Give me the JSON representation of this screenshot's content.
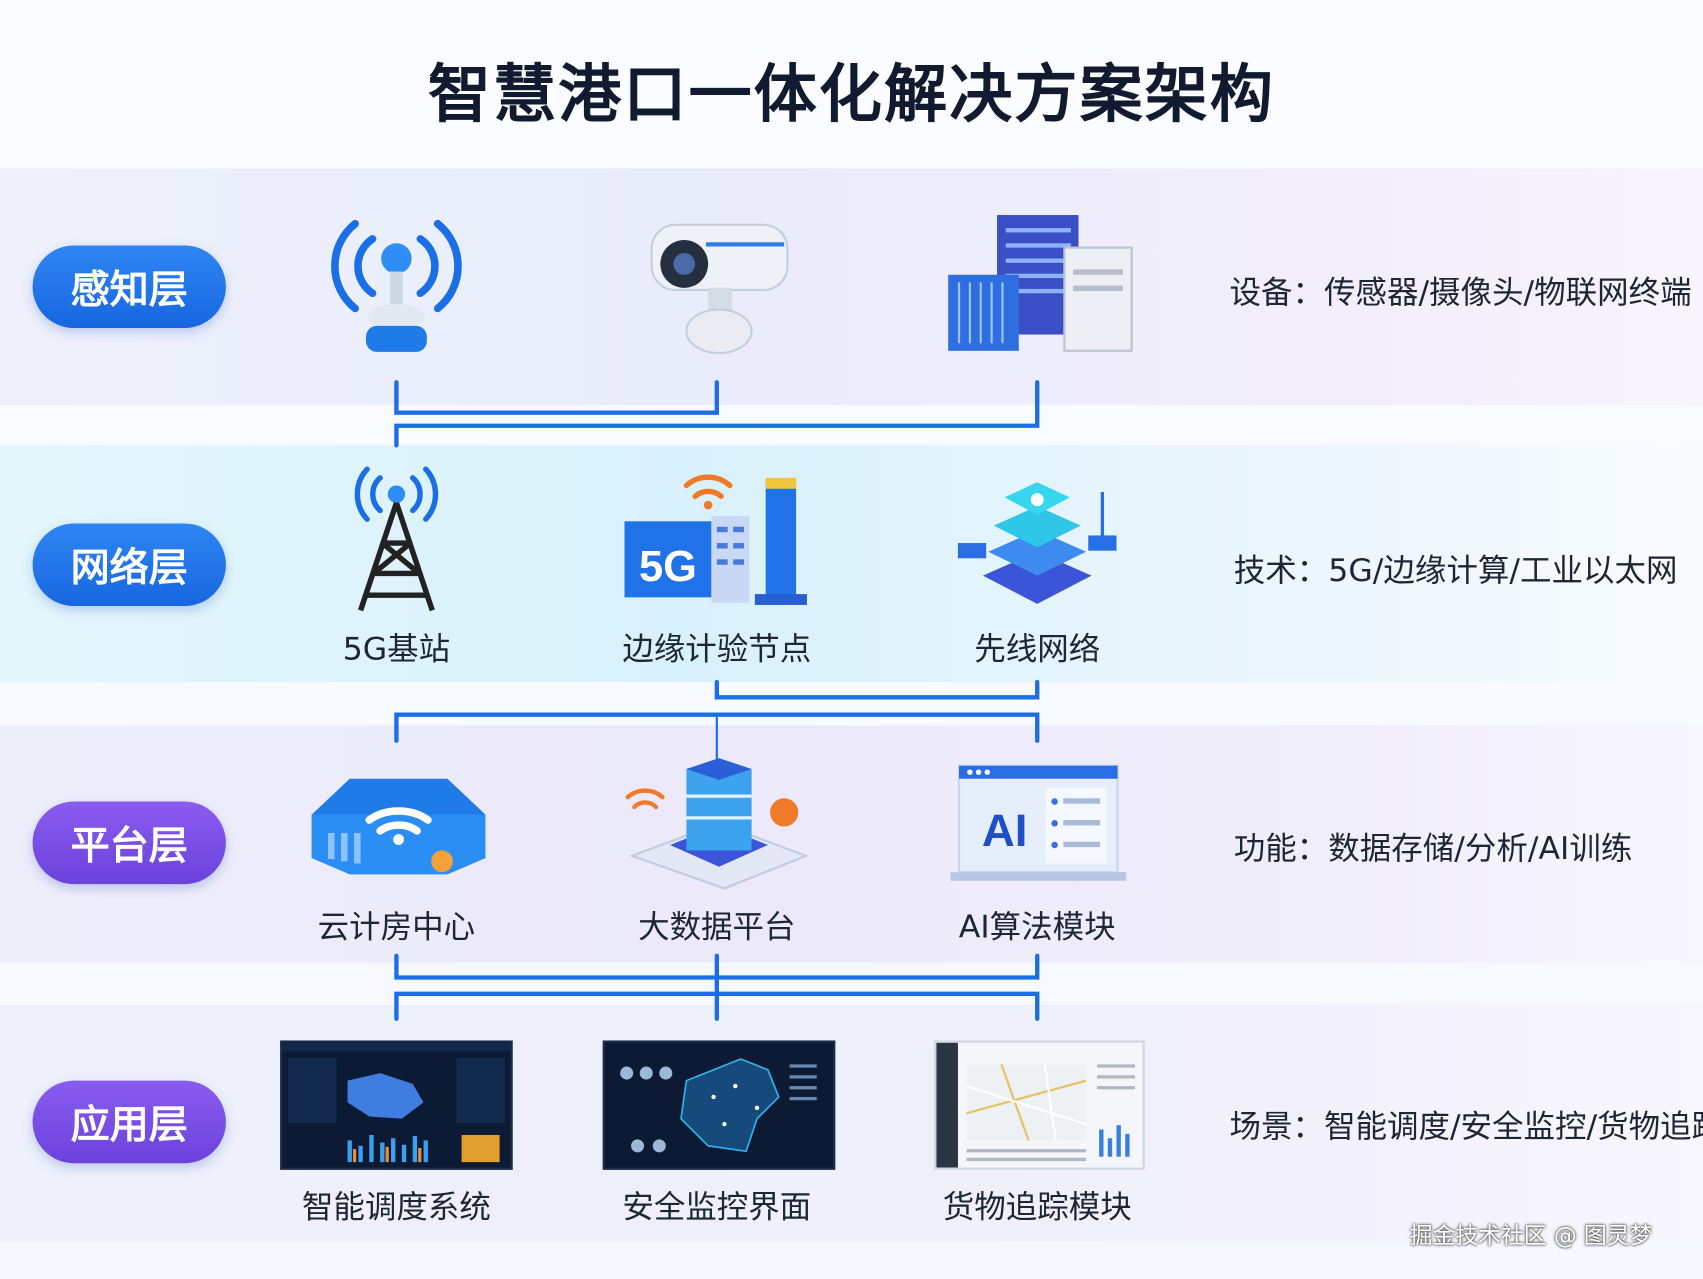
{
  "title": "智慧港口一体化解决方案架构",
  "colors": {
    "connector": "#1a6fe6",
    "pill_blue": "#1f72e8",
    "pill_purple": "#7a4fe4",
    "text": "#1e2636"
  },
  "layers": [
    {
      "name": "感知层",
      "description": "设备：传感器/摄像头/物联网终端",
      "items": [
        {
          "icon": "antenna-sensor-icon",
          "label": ""
        },
        {
          "icon": "camera-icon",
          "label": ""
        },
        {
          "icon": "iot-server-icon",
          "label": ""
        }
      ]
    },
    {
      "name": "网络层",
      "description": "技术：5G/边缘计算/工业以太网",
      "items": [
        {
          "icon": "5g-tower-icon",
          "label": "5G基站"
        },
        {
          "icon": "5g-building-icon",
          "label": "边缘计验节点"
        },
        {
          "icon": "network-stack-icon",
          "label": "先线网络"
        }
      ]
    },
    {
      "name": "平台层",
      "description": "功能：数据存储/分析/AI训练",
      "items": [
        {
          "icon": "cloud-router-icon",
          "label": "云计房中心"
        },
        {
          "icon": "big-data-server-icon",
          "label": "大数据平台"
        },
        {
          "icon": "ai-window-icon",
          "label": "AI算法模块"
        }
      ]
    },
    {
      "name": "应用层",
      "description": "场景：智能调度/安全监控/货物追踪",
      "items": [
        {
          "icon": "dashboard-screenshot",
          "label": "智能调度系统"
        },
        {
          "icon": "map-monitor-screenshot",
          "label": "安全监控界面"
        },
        {
          "icon": "tracking-map-screenshot",
          "label": "货物追踪模块"
        }
      ]
    }
  ],
  "ai_badge": "AI",
  "g5_badge": "5G",
  "watermark": "掘金技术社区 @ 图灵梦"
}
